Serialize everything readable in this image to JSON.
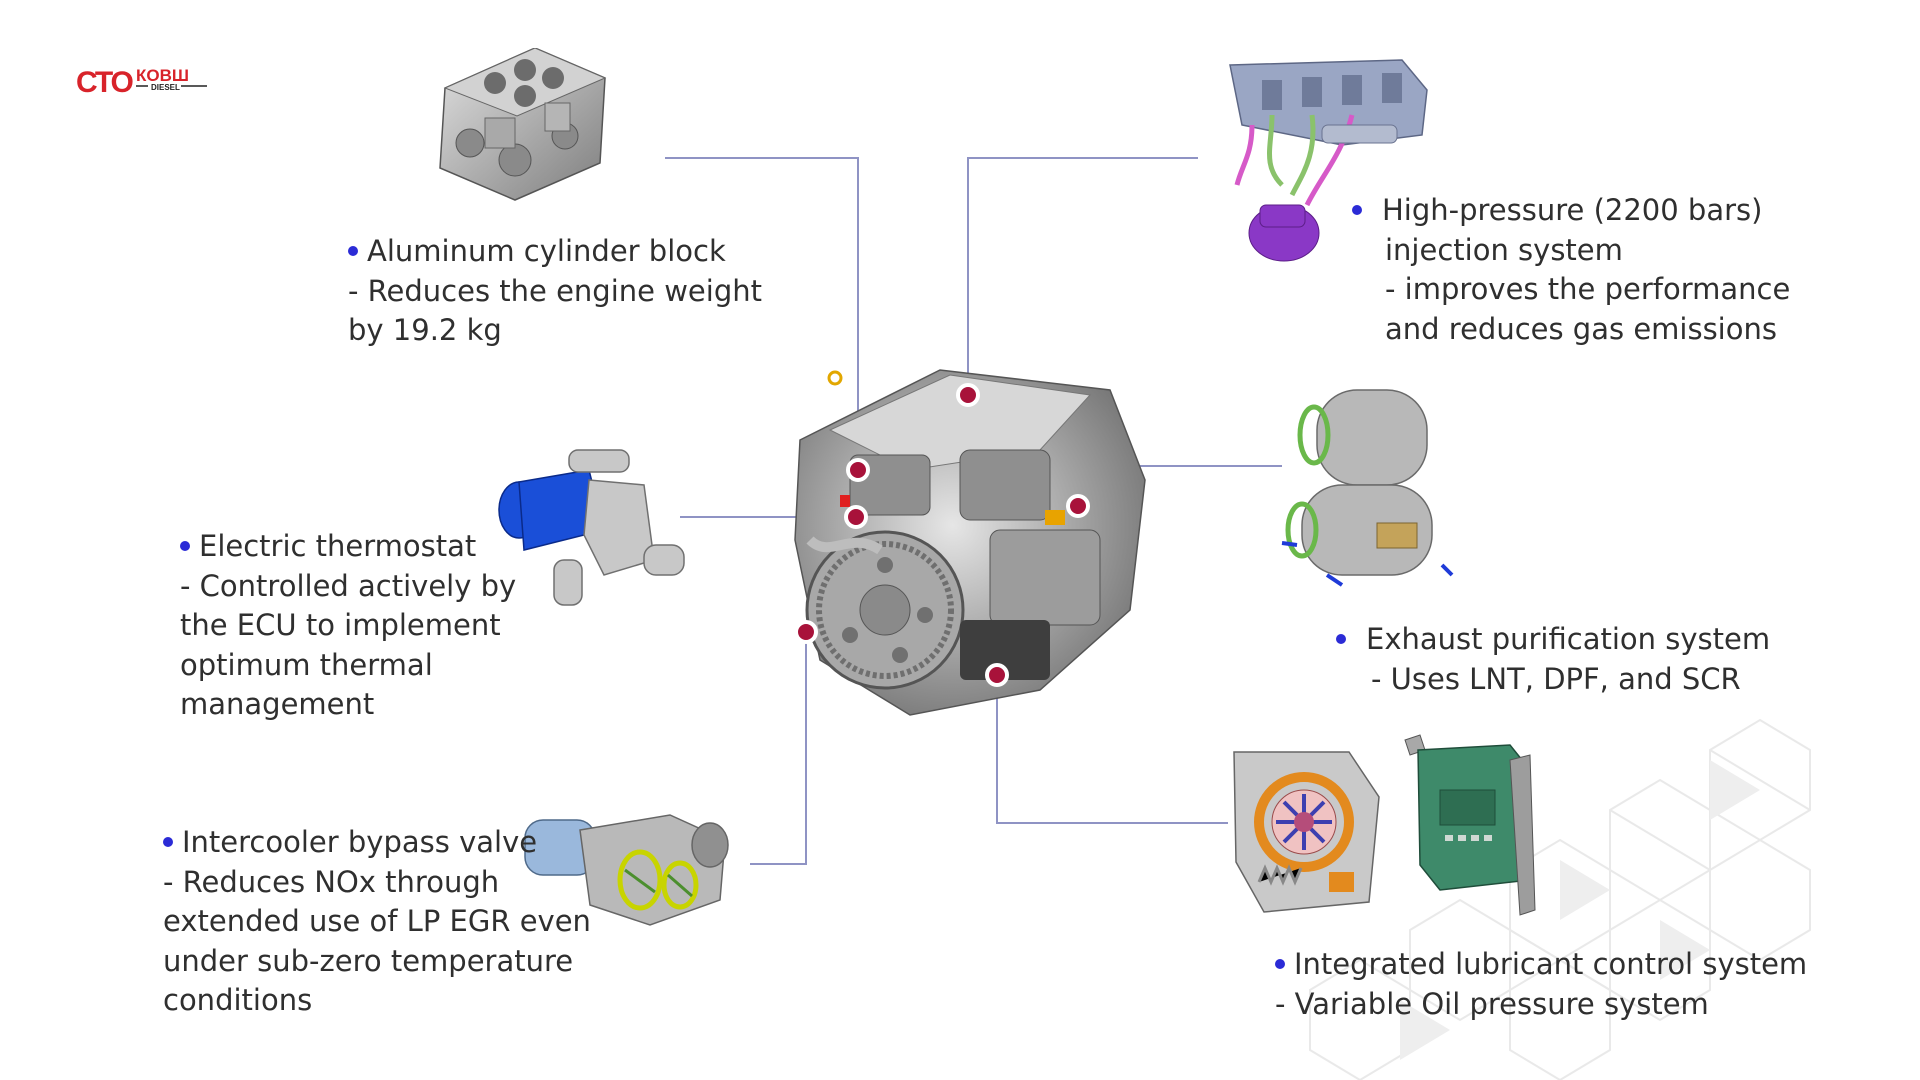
{
  "logo": {
    "primary": "СТО",
    "secondary": "КОВШ",
    "tagline": "DIESEL",
    "color": "#d8232a"
  },
  "colors": {
    "bullet": "#2b2bd6",
    "leader": "#8f93c4",
    "marker": "#a8123a"
  },
  "callouts": [
    {
      "id": "block",
      "lines": [
        "Aluminum cylinder block",
        "- Reduces the engine weight",
        "by 19.2 kg"
      ]
    },
    {
      "id": "injection",
      "lines": [
        "High-pressure (2200 bars)",
        "injection system",
        "- improves the performance",
        "and reduces gas emissions"
      ]
    },
    {
      "id": "thermostat",
      "lines": [
        "Electric thermostat",
        "- Controlled actively by",
        "the ECU to implement",
        "optimum thermal",
        "management"
      ]
    },
    {
      "id": "exhaust",
      "lines": [
        "Exhaust purification system",
        "- Uses LNT, DPF, and SCR"
      ]
    },
    {
      "id": "intercooler",
      "lines": [
        "Intercooler bypass valve",
        "- Reduces NOx through",
        "extended use of LP EGR even",
        "under sub-zero temperature",
        "conditions"
      ]
    },
    {
      "id": "lubricant",
      "lines": [
        "Integrated lubricant control system",
        "- Variable Oil pressure system"
      ]
    }
  ],
  "images": {
    "engine": "engine-assembly",
    "block": "cylinder-block",
    "injection": "injection-rail-pump",
    "thermostat": "thermostat-housing",
    "exhaust": "exhaust-purifier",
    "intercooler": "bypass-valve",
    "oil_pump": "oil-pump",
    "ecu": "control-module"
  }
}
